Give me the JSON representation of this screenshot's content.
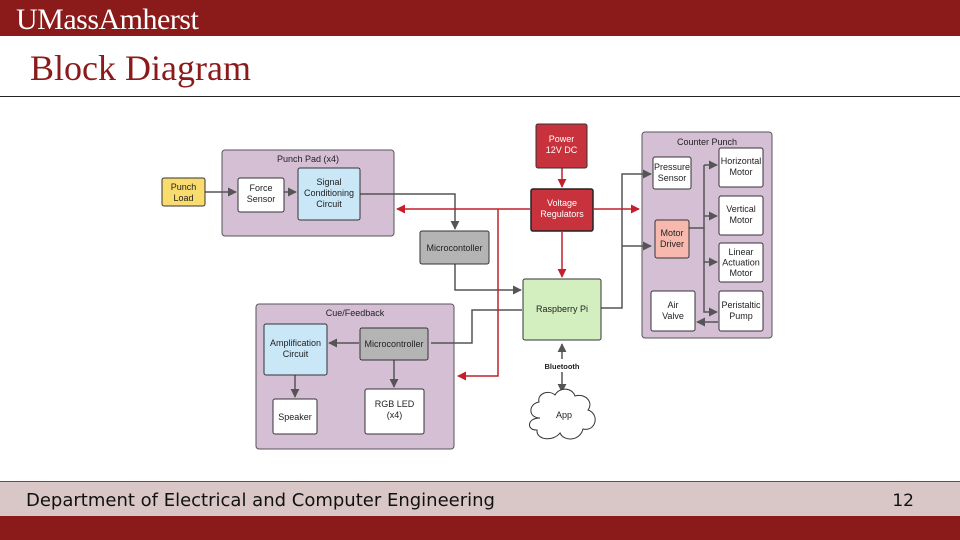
{
  "header": {
    "brand": "UMassAmherst",
    "title": "Block Diagram"
  },
  "footer": {
    "department": "Department of Electrical and Computer Engineering",
    "page_number": "12"
  },
  "colors": {
    "brand_red": "#8b1a1a",
    "group_fill": "#d5bfd5",
    "node_blue": "#c9e7f7",
    "node_green": "#d3efbf",
    "node_red": "#c8323c",
    "node_yellow": "#fadc6e",
    "node_gray": "#b4b4b4",
    "node_salmon": "#f7b9ad",
    "arrow_red": "#c3202b",
    "arrow_gray": "#555555"
  },
  "diagram": {
    "groups": {
      "punch_pad": "Punch Pad (x4)",
      "cue_feedback": "Cue/Feedback",
      "counter_punch": "Counter Punch"
    },
    "nodes": {
      "punch_load": [
        "Punch",
        "Load"
      ],
      "force_sensor": [
        "Force",
        "Sensor"
      ],
      "signal_conditioning": [
        "Signal",
        "Conditioning",
        "Circuit"
      ],
      "microcontroller_main": [
        "Microcontoller"
      ],
      "power": [
        "Power",
        "12V DC"
      ],
      "voltage_regulators": [
        "Voltage",
        "Regulators"
      ],
      "raspberry_pi": [
        "Raspberry Pi"
      ],
      "bluetooth": [
        "Bluetooth"
      ],
      "app": [
        "App"
      ],
      "amplification": [
        "Amplification",
        "Circuit"
      ],
      "microcontroller_cue": [
        "Microcontroller"
      ],
      "speaker": [
        "Speaker"
      ],
      "rgb_led": [
        "RGB LED",
        "(x4)"
      ],
      "pressure_sensor": [
        "Pressure",
        "Sensor"
      ],
      "motor_driver": [
        "Motor",
        "Driver"
      ],
      "air_valve": [
        "Air",
        "Valve"
      ],
      "horizontal_motor": [
        "Horizontal",
        "Motor"
      ],
      "vertical_motor": [
        "Vertical",
        "Motor"
      ],
      "linear_actuation_motor": [
        "Linear",
        "Actuation",
        "Motor"
      ],
      "peristaltic_pump": [
        "Peristaltic",
        "Pump"
      ]
    }
  }
}
